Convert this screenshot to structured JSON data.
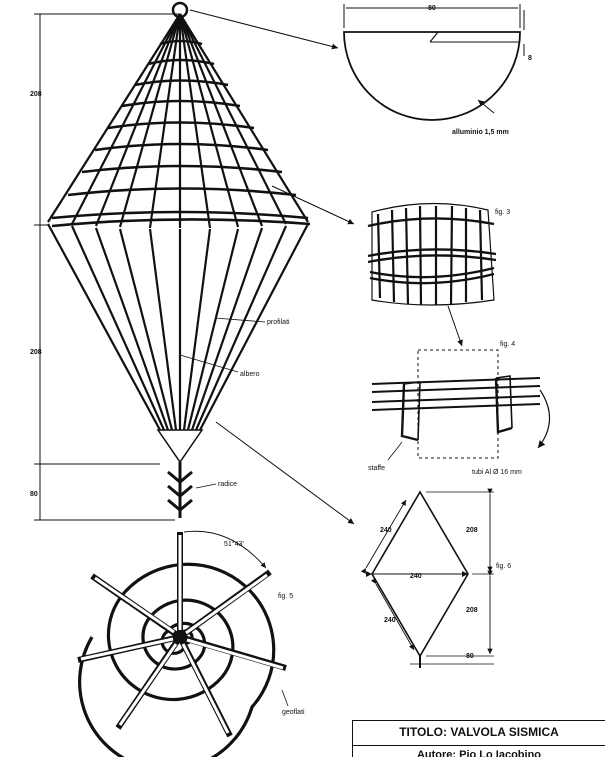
{
  "labels": {
    "dim_top_width": "80",
    "dim_small": "8",
    "material": "alluminio 1,5 mm",
    "fig3": "fig. 3",
    "fig4": "fig. 4",
    "fig5": "fig. 5",
    "fig6": "fig. 6",
    "profilati": "profilati",
    "albero": "albero",
    "radice": "radice",
    "staffe": "staffe",
    "tubi": "tubi Al Ø 16 mm",
    "angle": "51°43'",
    "geoflati": "geoflati"
  },
  "dimensions": {
    "upper": "208",
    "lower": "208",
    "root": "80",
    "r_upper": "208",
    "r_lower": "208",
    "r_bottom": "80",
    "side_ul": "240",
    "side_ll": "240",
    "width": "240"
  },
  "title": {
    "main": "TITOLO:  VALVOLA SISMICA",
    "author": "Autore: Pio Lo Iacobino"
  }
}
